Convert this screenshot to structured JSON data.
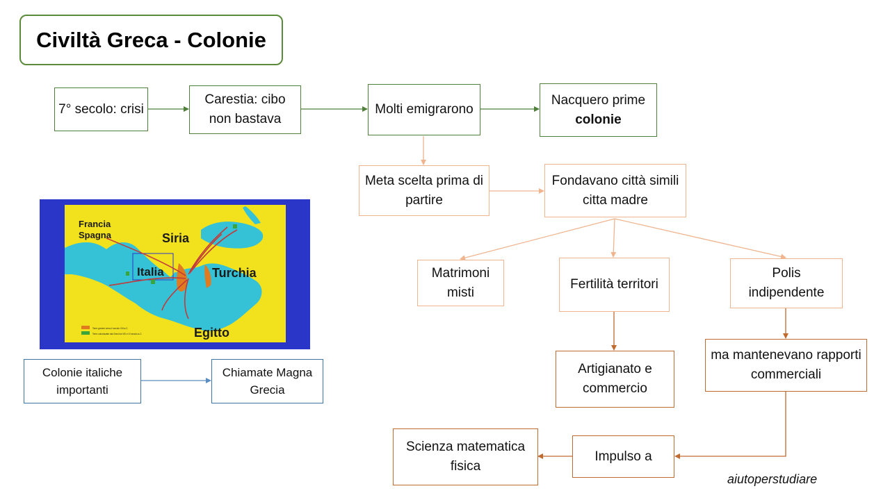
{
  "title": "Civiltà Greca - Colonie",
  "nodes": {
    "crisi": "7° secolo: crisi",
    "carestia": "Carestia: cibo non bastava",
    "emigrarono": "Molti emigrarono",
    "nacquero_pre": "Nacquero prime",
    "nacquero_bold": "colonie",
    "meta": "Meta scelta prima di partire",
    "fondavano": "Fondavano città simili citta madre",
    "matrimoni": "Matrimoni misti",
    "fertilita": "Fertilità territori",
    "polis": "Polis indipendente",
    "artigianato": "Artigianato e commercio",
    "rapporti": "ma mantenevano rapporti commerciali",
    "impulso": "Impulso a",
    "scienza": "Scienza matematica fisica",
    "colonie_italiche": "Colonie italiche importanti",
    "magna_grecia": "Chiamate Magna Grecia"
  },
  "map": {
    "labels": {
      "francia": "Francia",
      "spagna": "Spagna",
      "siria": "Siria",
      "italia": "Italia",
      "turchia": "Turchia",
      "egitto": "Egitto"
    },
    "legend": [
      "Terre greche verso il secolo VIII a.C.",
      "Terre colonizzate dai Greci tra VIII e VI secolo a.C."
    ],
    "colors": {
      "sea": "#35c1d6",
      "land": "#f2e21e",
      "frame": "#2a36c8",
      "greece": "#e07b1f",
      "colonies": "#3aa53a",
      "arrows": "#c23a3a"
    }
  },
  "credit": "aiutoperstudiare",
  "colors": {
    "green": "#4f7f3a",
    "peach": "#f0b48e",
    "brown": "#c06a30",
    "blue": "#3d74a6"
  }
}
